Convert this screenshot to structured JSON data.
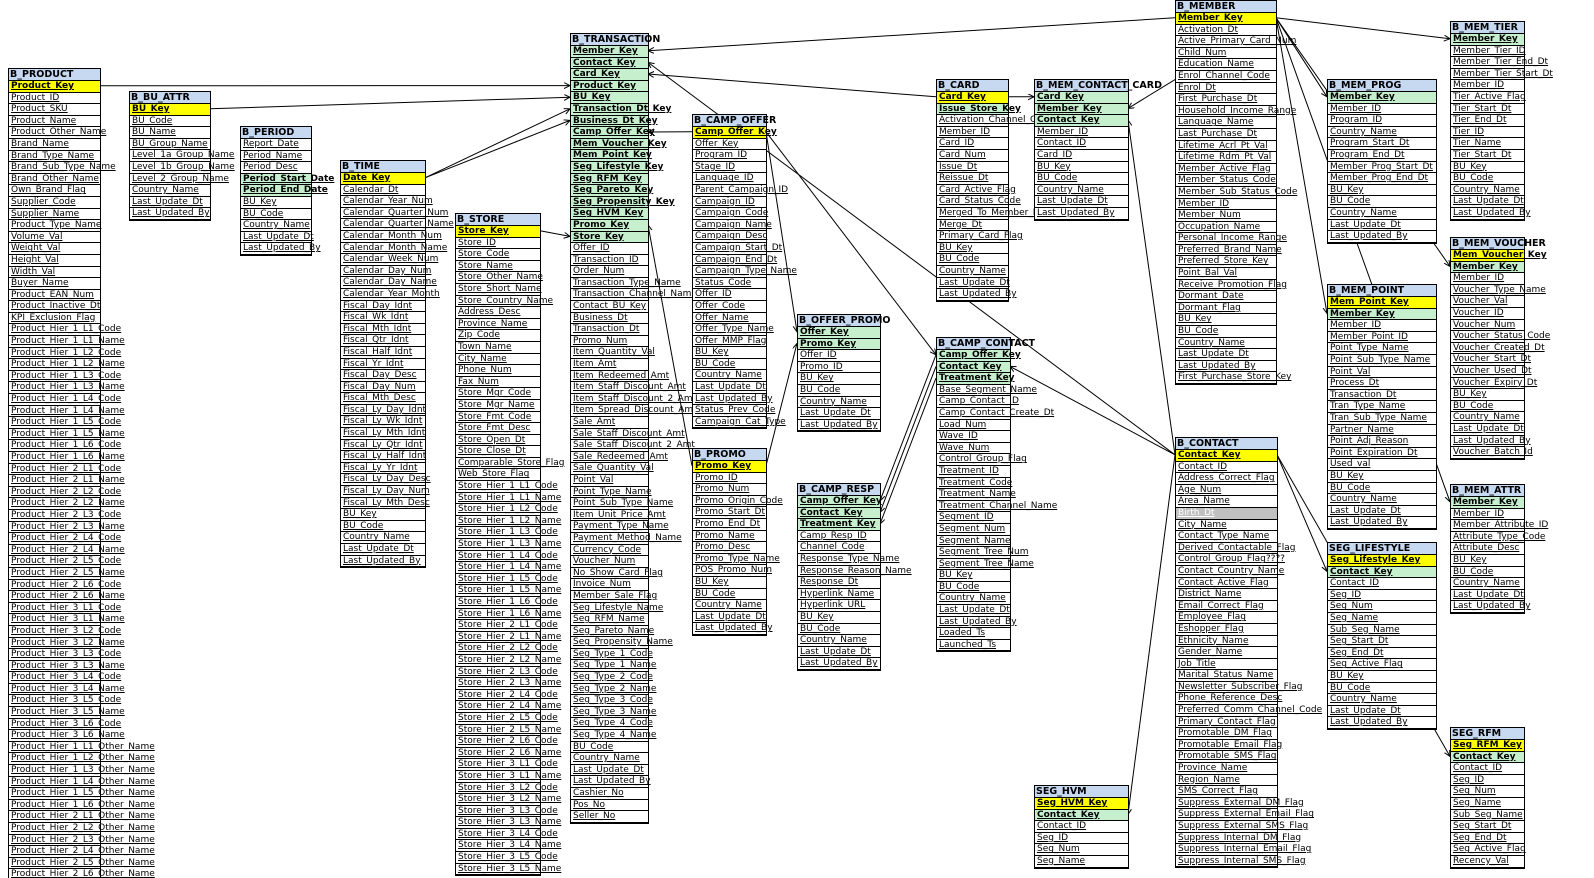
{
  "colors": {
    "title_bg": "#c6d9f1",
    "primary_key_bg": "#ffff00",
    "foreign_key_bg": "#c6efce",
    "highlight_bg": "#c0c0c0",
    "line": "#000000"
  },
  "entities": [
    {
      "id": "product",
      "title": "B_PRODUCT",
      "attrs": [
        {
          "t": "Product_Key",
          "k": "pk"
        },
        "Product_ID",
        "Product_SKU",
        "Product_Name",
        "Product_Other_Name",
        "Brand_Name",
        "Brand_Type_Name",
        "Brand_Sub_Type_Name",
        "Brand_Other_Name",
        "Own_Brand_Flag",
        "Supplier_Code",
        "Supplier_Name",
        "Product_Type_Name",
        "Volume_Val",
        "Weight_Val",
        "Height_Val",
        "Width_Val",
        "Buyer_Name",
        "Product_EAN_Num",
        "Product_Inactive_Dt",
        "KPI_Exclusion_Flag",
        "Product_Hier_1_L1_Code",
        "Product_Hier_1_L1_Name",
        "Product_Hier_1_L2_Code",
        "Product_Hier_1_L2_Name",
        "Product_Hier_1_L3_Code",
        "Product_Hier_1_L3_Name",
        "Product_Hier_1_L4_Code",
        "Product_Hier_1_L4_Name",
        "Product_Hier_1_L5_Code",
        "Product_Hier_1_L5_Name",
        "Product_Hier_1_L6_Code",
        "Product_Hier_1_L6_Name",
        "Product_Hier_2_L1_Code",
        "Product_Hier_2_L1_Name",
        "Product_Hier_2_L2_Code",
        "Product_Hier_2_L2_Name",
        "Product_Hier_2_L3_Code",
        "Product_Hier_2_L3_Name",
        "Product_Hier_2_L4_Code",
        "Product_Hier_2_L4_Name",
        "Product_Hier_2_L5_Code",
        "Product_Hier_2_L5_Name",
        "Product_Hier_2_L6_Code",
        "Product_Hier_2_L6_Name",
        "Product_Hier_3_L1_Code",
        "Product_Hier_3_L1_Name",
        "Product_Hier_3_L2_Code",
        "Product_Hier_3_L2_Name",
        "Product_Hier_3_L3_Code",
        "Product_Hier_3_L3_Name",
        "Product_Hier_3_L4_Code",
        "Product_Hier_3_L4_Name",
        "Product_Hier_3_L5_Code",
        "Product_Hier_3_L5_Name",
        "Product_Hier_3_L6_Code",
        "Product_Hier_3_L6_Name",
        "Product_Hier_1_L1_Other_Name",
        "Product_Hier_1_L2_Other_Name",
        "Product_Hier_1_L3_Other_Name",
        "Product_Hier_1_L4_Other_Name",
        "Product_Hier_1_L5_Other_Name",
        "Product_Hier_1_L6_Other_Name",
        "Product_Hier_2_L1_Other_Name",
        "Product_Hier_2_L2_Other_Name",
        "Product_Hier_2_L3_Other_Name",
        "Product_Hier_2_L4_Other_Name",
        "Product_Hier_2_L5_Other_Name",
        "Product_Hier_2_L6_Other_Name"
      ]
    },
    {
      "id": "bu_attr",
      "title": "B_BU_ATTR",
      "attrs": [
        {
          "t": "BU_Key",
          "k": "pk"
        },
        "BU_Code",
        "BU_Name",
        "BU_Group_Name",
        "Level_1a_Group_Name",
        "Level_1b_Group_Name",
        "Level_2_Group_Name",
        "Country_Name",
        "Last_Update_Dt",
        "Last_Updated_By"
      ]
    },
    {
      "id": "period",
      "title": "B_PERIOD",
      "attrs": [
        "Report_Date",
        "Period_Name",
        "Period_Desc",
        {
          "t": "Period_Start_Date",
          "k": "fk"
        },
        {
          "t": "Period_End_Date",
          "k": "fk"
        },
        "BU_Key",
        "BU_Code",
        "Country_Name",
        "Last_Update_Dt",
        "Last_Updated_By"
      ]
    },
    {
      "id": "time",
      "title": "B_TIME",
      "attrs": [
        {
          "t": "Date_Key",
          "k": "pk"
        },
        "Calendar_Dt",
        "Calendar_Year_Num",
        "Calendar_Quarter_Num",
        "Calendar_Quarter_Name",
        "Calendar_Month_Num",
        "Calendar_Month_Name",
        "Calendar_Week_Num",
        "Calendar_Day_Num",
        "Calendar_Day_Name",
        "Calendar_Year_Month",
        "Fiscal_Day_Idnt",
        "Fiscal_Wk_Idnt",
        "Fiscal_Mth_Idnt",
        "Fiscal_Qtr_Idnt",
        "Fiscal_Half_Idnt",
        "Fiscal_Yr_Idnt",
        "Fiscal_Day_Desc",
        "Fiscal_Day_Num",
        "Fiscal_Mth_Desc",
        "Fiscal_Ly_Day_Idnt",
        "Fiscal_Ly_Wk_Idnt",
        "Fiscal_Ly_Mth_Idnt",
        "Fiscal_Ly_Qtr_Idnt",
        "Fiscal_Ly_Half_Idnt",
        "Fiscal_Ly_Yr_Idnt",
        "Fiscal_Ly_Day_Desc",
        "Fiscal_Ly_Day_Num",
        "Fiscal_Ly_Mth_Desc",
        "BU_Key",
        "BU_Code",
        "Country_Name",
        "Last_Update_Dt",
        "Last_Updated_By"
      ]
    },
    {
      "id": "store",
      "title": "B_STORE",
      "attrs": [
        {
          "t": "Store_Key",
          "k": "pk"
        },
        "Store_ID",
        "Store_Code",
        "Store_Name",
        "Store_Other_Name",
        "Store_Short_Name",
        "Store_Country_Name",
        "Address_Desc",
        "Province_Name",
        "Zip_Code",
        "Town_Name",
        "City_Name",
        "Phone_Num",
        "Fax_Num",
        "Store_Mgr_Code",
        "Store_Mgr_Name",
        "Store_Fmt_Code",
        "Store_Fmt_Desc",
        "Store_Open_Dt",
        "Store_Close_Dt",
        "Comparable_Store_Flag",
        "Web_Store_Flag",
        "Store_Hier_1_L1_Code",
        "Store_Hier_1_L1_Name",
        "Store_Hier_1_L2_Code",
        "Store_Hier_1_L2_Name",
        "Store_Hier_1_L3_Code",
        "Store_Hier_1_L3_Name",
        "Store_Hier_1_L4_Code",
        "Store_Hier_1_L4_Name",
        "Store_Hier_1_L5_Code",
        "Store_Hier_1_L5_Name",
        "Store_Hier_1_L6_Code",
        "Store_Hier_1_L6_Name",
        "Store_Hier_2_L1_Code",
        "Store_Hier_2_L1_Name",
        "Store_Hier_2_L2_Code",
        "Store_Hier_2_L2_Name",
        "Store_Hier_2_L3_Code",
        "Store_Hier_2_L3_Name",
        "Store_Hier_2_L4_Code",
        "Store_Hier_2_L4_Name",
        "Store_Hier_2_L5_Code",
        "Store_Hier_2_L5_Name",
        "Store_Hier_2_L6_Code",
        "Store_Hier_2_L6_Name",
        "Store_Hier_3_L1_Code",
        "Store_Hier_3_L1_Name",
        "Store_Hier_3_L2_Code",
        "Store_Hier_3_L2_Name",
        "Store_Hier_3_L3_Code",
        "Store_Hier_3_L3_Name",
        "Store_Hier_3_L4_Code",
        "Store_Hier_3_L4_Name",
        "Store_Hier_3_L5_Code",
        "Store_Hier_3_L5_Name"
      ]
    },
    {
      "id": "transaction",
      "title": "B_TRANSACTION",
      "attrs": [
        {
          "t": "Member_Key",
          "k": "fk"
        },
        {
          "t": "Contact_Key",
          "k": "fk"
        },
        {
          "t": "Card_Key",
          "k": "fk"
        },
        {
          "t": "Product_Key",
          "k": "fk"
        },
        {
          "t": "BU_Key",
          "k": "fk"
        },
        {
          "t": "Transaction_Dt_Key",
          "k": "fk"
        },
        {
          "t": "Business_Dt_Key",
          "k": "fk"
        },
        {
          "t": "Camp_Offer_Key",
          "k": "fk"
        },
        {
          "t": "Mem_Voucher_Key",
          "k": "fk"
        },
        {
          "t": "Mem_Point_Key",
          "k": "fk"
        },
        {
          "t": "Seg_Lifestyle_Key",
          "k": "fk"
        },
        {
          "t": "Seg_RFM_Key",
          "k": "fk"
        },
        {
          "t": "Seg_Pareto_Key",
          "k": "fk"
        },
        {
          "t": "Seg_Propensity_Key",
          "k": "fk"
        },
        {
          "t": "Seg_HVM_Key",
          "k": "fk"
        },
        {
          "t": "Promo_Key",
          "k": "fk"
        },
        {
          "t": "Store_Key",
          "k": "fk"
        },
        "Offer_ID",
        "Transaction_ID",
        "Order_Num",
        "Transaction_Type_Name",
        "Transaction_Channel_Name",
        "Contact_BU_Key",
        "Business_Dt",
        "Transaction_Dt",
        "Promo_Num",
        "Item_Quantity_Val",
        "Item_Amt",
        "Item_Redeemed_Amt",
        "Item_Staff_Discount_Amt",
        "Item_Staff_Discount_2_Amt",
        "Item_Spread_Discount_Amt",
        "Sale_Amt",
        "Sale_Staff_Discount_Amt",
        "Sale_Staff_Discount_2_Amt",
        "Sale_Redeemed_Amt",
        "Sale_Quantity_Val",
        "Point_Val",
        "Point_Type_Name",
        "Point_Sub_Type_Name",
        "Item_Unit_Price_Amt",
        "Payment_Type_Name",
        "Payment_Method_Name",
        "Currency_Code",
        "Voucher_Num",
        "No_Show_Card_Flag",
        "Invoice_Num",
        "Member_Sale_Flag",
        "Seg_Lifestyle_Name",
        "Seg_RFM_Name",
        "Seg_Pareto_Name",
        "Seg_Propensity_Name",
        "Seg_Type_1_Code",
        "Seg_Type_1_Name",
        "Seg_Type_2_Code",
        "Seg_Type_2_Name",
        "Seg_Type_3_Code",
        "Seg_Type_3_Name",
        "Seg_Type_4_Code",
        "Seg_Type_4_Name",
        "BU_Code",
        "Country_Name",
        "Last_Update_Dt",
        "Last_Updated_By",
        "Cashier_No",
        "Pos_No",
        "Seller_No"
      ]
    },
    {
      "id": "camp_offer",
      "title": "B_CAMP_OFFER",
      "attrs": [
        {
          "t": "Camp_Offer_Key",
          "k": "pk"
        },
        "Offer_Key",
        "Program_ID",
        "Stage_ID",
        "Language_ID",
        "Parent_Campaign_ID",
        "Campaign_ID",
        "Campaign_Code",
        "Campaign_Name",
        "Campaign_Desc",
        "Campaign_Start_Dt",
        "Campaign_End_Dt",
        "Campaign_Type_Name",
        "Status_Code",
        "Offer_ID",
        "Offer_Code",
        "Offer_Name",
        "Offer_Type_Name",
        "Offer_MMP_Flag",
        "BU_Key",
        "BU_Code",
        "Country_Name",
        "Last_Update_Dt",
        "Last_Updated_By",
        "Status_Prev_Code",
        "Campaign_Cat_Type"
      ]
    },
    {
      "id": "promo",
      "title": "B_PROMO",
      "attrs": [
        {
          "t": "Promo_Key",
          "k": "pk"
        },
        "Promo_ID",
        "Promo_Num",
        "Promo_Origin_Code",
        "Promo_Start_Dt",
        "Promo_End_Dt",
        "Promo_Name",
        "Promo_Desc",
        "Promo_Type_Name",
        "POS_Promo_Num",
        "BU_Key",
        "BU_Code",
        "Country_Name",
        "Last_Update_Dt",
        "Last_Updated_By"
      ]
    },
    {
      "id": "offer_promo",
      "title": "B_OFFER_PROMO",
      "attrs": [
        {
          "t": "Offer_Key",
          "k": "fk"
        },
        {
          "t": "Promo_Key",
          "k": "fk"
        },
        "Offer_ID",
        "Promo_ID",
        "BU_Key",
        "BU_Code",
        "Country_Name",
        "Last_Update_Dt",
        "Last_Updated_By"
      ]
    },
    {
      "id": "card",
      "title": "B_CARD",
      "attrs": [
        {
          "t": "Card_Key",
          "k": "pk"
        },
        {
          "t": "Issue_Store_Key",
          "k": "fk"
        },
        "Activation_Channel_Code",
        "Member_ID",
        "Card_ID",
        "Card_Num",
        "Issue_Dt",
        "Reissue_Dt",
        "Card_Active_Flag",
        "Card_Status_Code",
        "Merged_To_Member_ID",
        "Merge_Dt",
        "Primary_Card_Flag",
        "BU_Key",
        "BU_Code",
        "Country_Name",
        "Last_Update_Dt",
        "Last_Updated_By"
      ]
    },
    {
      "id": "mem_contact_card",
      "title": "B_MEM_CONTACT_CARD",
      "attrs": [
        {
          "t": "Card_Key",
          "k": "fk"
        },
        {
          "t": "Member_Key",
          "k": "fk"
        },
        {
          "t": "Contact_Key",
          "k": "fk"
        },
        "Member_ID",
        "Contact_ID",
        "Card_ID",
        "BU_Key",
        "BU_Code",
        "Country_Name",
        "Last_Update_Dt",
        "Last_Updated_By"
      ]
    },
    {
      "id": "camp_contact",
      "title": "B_CAMP_CONTACT",
      "attrs": [
        {
          "t": "Camp_Offer_Key",
          "k": "fk"
        },
        {
          "t": "Contact_Key",
          "k": "fk"
        },
        {
          "t": "Treatment_Key",
          "k": "fk"
        },
        "Base_Segment_Name",
        "Camp_Contact_ID",
        "Camp_Contact_Create_Dt",
        "Load_Num",
        "Wave_ID",
        "Wave_Num",
        "Control_Group_Flag",
        "Treatment_ID",
        "Treatment_Code",
        "Treatment_Name",
        "Treatment_Channel_Name",
        "Segment_ID",
        "Segment_Num",
        "Segment_Name",
        "Segment_Tree_Num",
        "Segment_Tree_Name",
        "BU_Key",
        "BU_Code",
        "Country_Name",
        "Last_Update_Dt",
        "Last_Updated_By",
        "Loaded_Ts",
        "Launched_Ts"
      ]
    },
    {
      "id": "camp_resp",
      "title": "B_CAMP_RESP",
      "attrs": [
        {
          "t": "Camp_Offer_Key",
          "k": "fk"
        },
        {
          "t": "Contact_Key",
          "k": "fk"
        },
        {
          "t": "Treatment_Key",
          "k": "fk"
        },
        "Camp_Resp_ID",
        "Channel_Code",
        "Response_Type_Name",
        "Response_Reason_Name",
        "Response_Dt",
        "Hyperlink_Name",
        "Hyperlink_URL",
        "BU_Key",
        "BU_Code",
        "Country_Name",
        "Last_Update_Dt",
        "Last_Updated_By"
      ]
    },
    {
      "id": "seg_hvm",
      "title": "SEG_HVM",
      "attrs": [
        {
          "t": "Seg_HVM_Key",
          "k": "pk"
        },
        {
          "t": "Contact_Key",
          "k": "fk"
        },
        "Contact_ID",
        "Seg_ID",
        "Seg_Num",
        "Seg_Name"
      ]
    },
    {
      "id": "member",
      "title": "B_MEMBER",
      "attrs": [
        {
          "t": "Member_Key",
          "k": "pk"
        },
        "Activation_Dt",
        "Active_Primary_Card_Num",
        "Child_Num",
        "Education_Name",
        "Enrol_Channel_Code",
        "Enrol_Dt",
        "First_Purchase_Dt",
        "Household_Income_Range",
        "Language_Name",
        "Last_Purchase_Dt",
        "Lifetime_Acrl_Pt_Val",
        "Lifetime_Rdm_Pt_Val",
        "Member_Active_Flag",
        "Member_Status_Code",
        "Member_Sub_Status_Code",
        "Member_ID",
        "Member_Num",
        "Occupation_Name",
        "Personal_Income_Range",
        "Preferred_Brand_Name",
        "Preferred_Store_Key",
        "Point_Bal_Val",
        "Receive_Promotion_Flag",
        "Dormant_Date",
        "Dormant_Flag",
        "BU_Key",
        "BU_Code",
        "Country_Name",
        "Last_Update_Dt",
        "Last_Updated_By",
        "First_Purchase_Store_Key"
      ]
    },
    {
      "id": "contact",
      "title": "B_CONTACT",
      "attrs": [
        {
          "t": "Contact_Key",
          "k": "pk"
        },
        "Contact_ID",
        "Address_Correct_Flag",
        "Age_Num",
        "Area_Name",
        {
          "t": "Birth_Dt",
          "k": "hl"
        },
        "City_Name",
        "Contact_Type_Name",
        "Derived_Contactable_Flag",
        "Control_Group_Flag????",
        "Contact_Country_Name",
        "Contact_Active_Flag",
        "District_Name",
        "Email_Correct_Flag",
        "Employee_Flag",
        "Eshopper_Flag",
        "Ethnicity_Name",
        "Gender_Name",
        "Job_Title",
        "Marital_Status_Name",
        "Newsletter_Subscriber_Flag",
        "Phone_Reference_Desc",
        "Preferred_Comm_Channel_Code",
        "Primary_Contact_Flag",
        "Promotable_DM_Flag",
        "Promotable_Email_Flag",
        "Promotable_SMS_Flag",
        "Province_Name",
        "Region_Name",
        "SMS_Correct_Flag",
        "Suppress_External_DM_Flag",
        "Suppress_External_Email_Flag",
        "Suppress_External_SMS_Flag",
        "Suppress_Internal_DM_Flag",
        "Suppress_Internal_Email_Flag",
        "Suppress_Internal_SMS_Flag"
      ]
    },
    {
      "id": "mem_prog",
      "title": "B_MEM_PROG",
      "attrs": [
        {
          "t": "Member_Key",
          "k": "fk"
        },
        "Member_ID",
        "Program_ID",
        "Country_Name",
        "Program_Start_Dt",
        "Program_End_Dt",
        "Member_Prog_Start_Dt",
        "Member_Prog_End_Dt",
        "BU_Key",
        "BU_Code",
        "Country_Name",
        "Last_Update_Dt",
        "Last_Updated_By"
      ]
    },
    {
      "id": "mem_point",
      "title": "B_MEM_POINT",
      "attrs": [
        {
          "t": "Mem_Point_Key",
          "k": "pk"
        },
        {
          "t": "Member_Key",
          "k": "fk"
        },
        "Member_ID",
        "Member_Point_ID",
        "Point_Type_Name",
        "Point_Sub_Type_Name",
        "Point_Val",
        "Process_Dt",
        "Transaction_Dt",
        "Tran_Type_Name",
        "Tran_Sub_Type_Name",
        "Partner_Name",
        "Point_Adj_Reason",
        "Point_Expiration_Dt",
        "Used_val",
        "BU_Key",
        "BU_Code",
        "Country_Name",
        "Last_Update_Dt",
        "Last_Updated_By"
      ]
    },
    {
      "id": "seg_lifestyle",
      "title": "SEG_LIFESTYLE",
      "attrs": [
        {
          "t": "Seg_Lifestyle_Key",
          "k": "pk"
        },
        {
          "t": "Contact_Key",
          "k": "fk"
        },
        "Contact_ID",
        "Seg_ID",
        "Seg_Num",
        "Seg_Name",
        "Sub_Seg_Name",
        "Seg_Start_Dt",
        "Seg_End_Dt",
        "Seg_Active_Flag",
        "BU_Key",
        "BU_Code",
        "Country_Name",
        "Last_Update_Dt",
        "Last_Updated_By"
      ]
    },
    {
      "id": "mem_tier",
      "title": "B_MEM_TIER",
      "attrs": [
        {
          "t": "Member_Key",
          "k": "fk"
        },
        "Member_Tier_ID",
        "Member_Tier_End_Dt",
        "Member_Tier_Start_Dt",
        "Member_ID",
        "Tier_Active_Flag",
        "Tier_Start_Dt",
        "Tier_End_Dt",
        "Tier_ID",
        "Tier_Name",
        "Tier_Start_Dt",
        "BU_Key",
        "BU_Code",
        "Country_Name",
        "Last_Update_Dt",
        "Last_Updated_By"
      ]
    },
    {
      "id": "mem_voucher",
      "title": "B_MEM_VOUCHER",
      "attrs": [
        {
          "t": "Mem_Voucher_Key",
          "k": "pk"
        },
        {
          "t": "Member_Key",
          "k": "fk"
        },
        "Member_ID",
        "Voucher_Type_Name",
        "Voucher_Val",
        "Voucher_ID",
        "Voucher_Num",
        "Voucher_Status_Code",
        "Voucher_Created_Dt",
        "Voucher_Start_Dt",
        "Voucher_Used_Dt",
        "Voucher_Expiry_Dt",
        "BU_Key",
        "BU_Code",
        "Country_Name",
        "Last_Update_Dt",
        "Last_Updated_By",
        "Voucher_Batch_Id"
      ]
    },
    {
      "id": "mem_attr",
      "title": "B_MEM_ATTR",
      "attrs": [
        {
          "t": "Member_Key",
          "k": "fk"
        },
        "Member_ID",
        "Member_Attribute_ID",
        "Attribute_Type_Code",
        "Attribute_Desc",
        "BU_Key",
        "BU_Code",
        "Country_Name",
        "Last_Update_Dt",
        "Last_Updated_By"
      ]
    },
    {
      "id": "seg_rfm",
      "title": "SEG_RFM",
      "attrs": [
        {
          "t": "Seg_RFM_Key",
          "k": "pk"
        },
        {
          "t": "Contact_Key",
          "k": "fk"
        },
        "Contact_ID",
        "Seg_ID",
        "Seg_Num",
        "Seg_Name",
        "Sub_Seg_Name",
        "Seg_Start_Dt",
        "Seg_End_Dt",
        "Seg_Active_Flag",
        "Recency_Val"
      ]
    }
  ]
}
